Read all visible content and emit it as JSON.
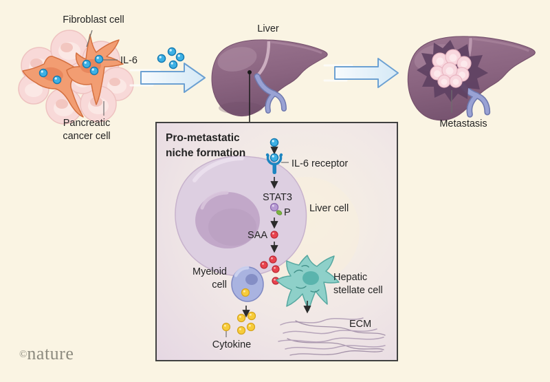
{
  "figure": {
    "credit": {
      "symbol": "©",
      "name": "nature"
    },
    "top_row": {
      "fibroblast_label": "Fibroblast cell",
      "il6_label": "IL-6",
      "pancreatic_label_line1": "Pancreatic",
      "pancreatic_label_line2": "cancer cell",
      "liver_label": "Liver",
      "metastasis_label": "Metastasis"
    },
    "niche_box": {
      "title_line1": "Pro-metastatic",
      "title_line2": "niche formation",
      "il6_receptor_label": "IL-6 receptor",
      "stat3_label": "STAT3",
      "phosphate_label": "P",
      "liver_cell_label": "Liver cell",
      "saa_label": "SAA",
      "myeloid_label_line1": "Myeloid",
      "myeloid_label_line2": "cell",
      "hepatic_label_line1": "Hepatic",
      "hepatic_label_line2": "stellate cell",
      "cytokine_label": "Cytokine",
      "ecm_label": "ECM"
    },
    "colors": {
      "background": "#faf4e3",
      "box_background": "#efe6e6",
      "box_border": "#404040",
      "il6_molecule": "#3eb1e5",
      "saa_molecule": "#e8434e",
      "cytokine_molecule": "#f7cc3a",
      "stat3_molecule": "#b69ad3",
      "phosphate_molecule": "#7cb440",
      "fibroblast_cell": "#f29d72",
      "cancer_cell": "#f8d9d8",
      "liver_organ": "#8a6480",
      "liver_cell": "#ddcfe1",
      "myeloid_cell": "#a9b3e0",
      "stellate_cell": "#8ed0c9",
      "flow_arrow_stroke": "#6ba0d2"
    }
  }
}
